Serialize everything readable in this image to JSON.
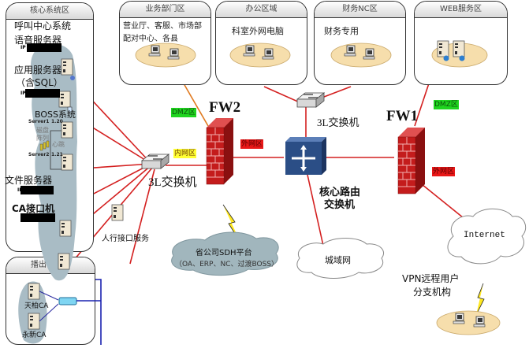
{
  "zones": {
    "core": {
      "title": "核心系统区"
    },
    "broadcast": {
      "title": "播出机房域"
    },
    "business": {
      "title": "业务部门区",
      "desc_line1": "营业厅、客服、市场部",
      "desc_line2": "配对中心、各县"
    },
    "office": {
      "title": "办公区域",
      "desc": "科室外网电脑"
    },
    "finance": {
      "title": "财务NC区",
      "desc": "财务专用"
    },
    "web": {
      "title": "WEB服务区"
    }
  },
  "core_system": {
    "call_center": "呼叫中心系统",
    "voice_server": "语音服务器",
    "app_server_line1": "应用服务器",
    "app_server_line2": "（含SQL）",
    "ip_prefix": "IP",
    "boss": "BOSS系统",
    "server1": "Server1",
    "server1_ip": "1.20",
    "server2": "Server2",
    "server2_ip": "1.21",
    "disk_array_line1": "磁盘",
    "disk_array_line2": "阵列",
    "heartbeat": "心跳",
    "file_server": "文件服务器",
    "ca_interface": "CA接口机"
  },
  "broadcast_room": {
    "tianbo_ca": "天柏CA",
    "yongxin_ca": "永新CA"
  },
  "devices": {
    "switch_left": "3L交换机",
    "switch_top": "3L交换机",
    "fw2": "FW2",
    "fw1": "FW1",
    "core_router_line1": "核心路由",
    "core_router_line2": "交换机",
    "pboc_service": "人行接口服务"
  },
  "tags": {
    "fw2_dmz": "DMZ区",
    "fw2_inner": "内网区",
    "fw2_outer": "外网区",
    "fw1_dmz": "DMZ区",
    "fw1_outer": "外网区"
  },
  "clouds": {
    "sdh_line1": "省公司SDH平台",
    "sdh_line2": "（OA、ERP、NC、过渡BOSS）",
    "metro": "城域网",
    "internet": "Internet"
  },
  "vpn": {
    "line1": "VPN远程用户",
    "line2": "分支机构"
  },
  "colors": {
    "link_red": "#d42020",
    "link_orange": "#e07a20",
    "link_blue": "#1a22b0",
    "firewall": "#b01818",
    "router": "#2b4e86",
    "cloud_yellow": "#f6deac",
    "cloud_gray": "#9eb3bb",
    "tag_green": "#1fd51f",
    "tag_yellow": "#ffff33",
    "tag_red": "#e81818"
  }
}
